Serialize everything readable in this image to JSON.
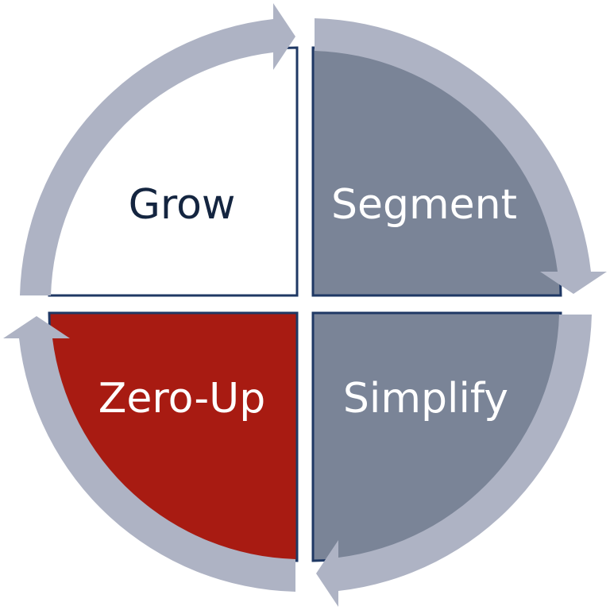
{
  "diagram": {
    "quadrants": [
      {
        "id": "grow",
        "label": "Grow",
        "fill": "#ffffff",
        "text_color": "#142540"
      },
      {
        "id": "segment",
        "label": "Segment",
        "fill": "#7a8497",
        "text_color": "#ffffff"
      },
      {
        "id": "simplify",
        "label": "Simplify",
        "fill": "#7a8497",
        "text_color": "#ffffff"
      },
      {
        "id": "zero-up",
        "label": "Zero-Up",
        "fill": "#a81b12",
        "text_color": "#ffffff"
      }
    ],
    "colors": {
      "arrow": "#aeb3c4",
      "divider": "#1f3864",
      "background": "#ffffff"
    }
  }
}
